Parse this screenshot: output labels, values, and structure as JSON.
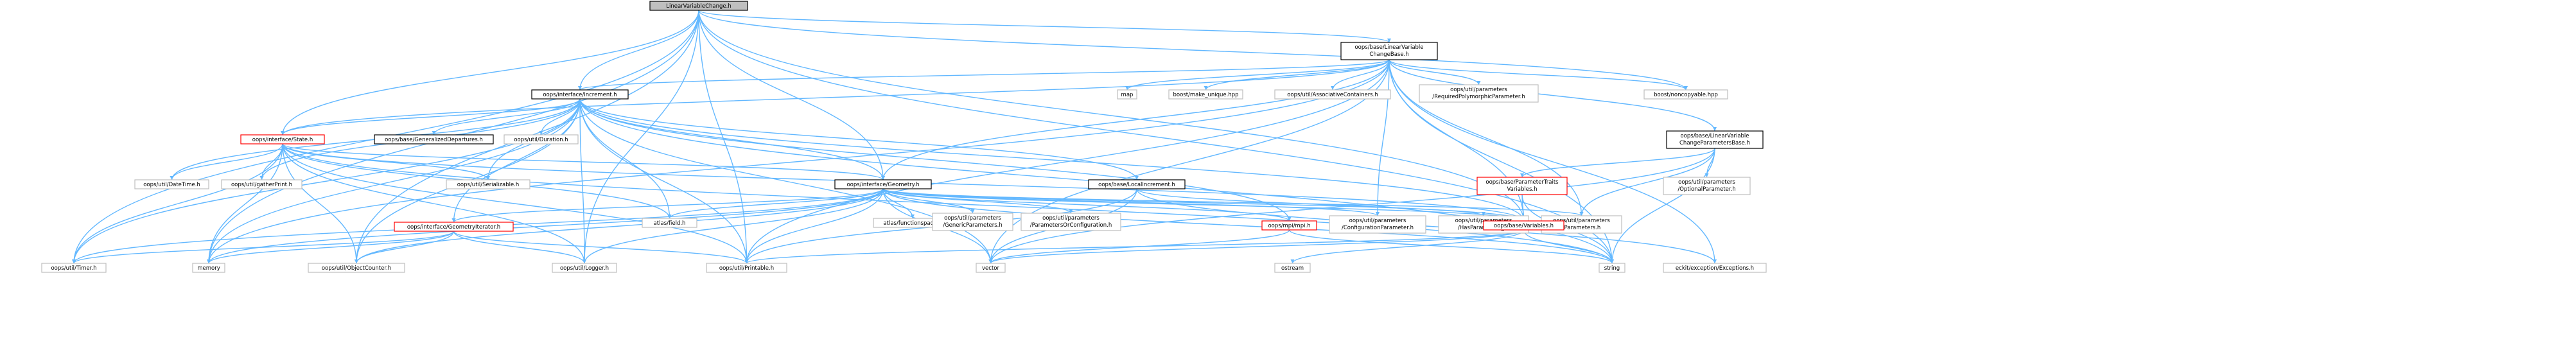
{
  "graph": {
    "colors": {
      "edge": "#63b8ff",
      "root_fill": "#bfbfbf",
      "default_border": "#000000",
      "missing_border": "#bfbfbf",
      "truncated_border": "#ff0000"
    },
    "nodes": [
      {
        "id": "root",
        "lines": [
          "LinearVariableChange.h"
        ],
        "style": "root"
      },
      {
        "id": "lvcb",
        "lines": [
          "oops/base/LinearVariable",
          "ChangeBase.h"
        ],
        "style": "default"
      },
      {
        "id": "increment",
        "lines": [
          "oops/interface/Increment.h"
        ],
        "style": "default"
      },
      {
        "id": "state",
        "lines": [
          "oops/interface/State.h"
        ],
        "style": "truncated"
      },
      {
        "id": "map",
        "lines": [
          "map"
        ],
        "style": "missing"
      },
      {
        "id": "make_unique",
        "lines": [
          "boost/make_unique.hpp"
        ],
        "style": "missing"
      },
      {
        "id": "assoc",
        "lines": [
          "oops/util/AssociativeContainers.h"
        ],
        "style": "missing"
      },
      {
        "id": "reqpoly",
        "lines": [
          "oops/util/parameters",
          "/RequiredPolymorphicParameter.h"
        ],
        "style": "missing"
      },
      {
        "id": "noncopyable",
        "lines": [
          "boost/noncopyable.hpp"
        ],
        "style": "missing"
      },
      {
        "id": "gendep",
        "lines": [
          "oops/base/GeneralizedDepartures.h"
        ],
        "style": "default"
      },
      {
        "id": "duration",
        "lines": [
          "oops/util/Duration.h"
        ],
        "style": "missing"
      },
      {
        "id": "lvcpb",
        "lines": [
          "oops/base/LinearVariable",
          "ChangeParametersBase.h"
        ],
        "style": "default"
      },
      {
        "id": "ptv",
        "lines": [
          "oops/base/ParameterTraits",
          "Variables.h"
        ],
        "style": "truncated"
      },
      {
        "id": "optparam",
        "lines": [
          "oops/util/parameters",
          "/OptionalParameter.h"
        ],
        "style": "missing"
      },
      {
        "id": "datetime",
        "lines": [
          "oops/util/DateTime.h"
        ],
        "style": "missing"
      },
      {
        "id": "gatherprint",
        "lines": [
          "oops/util/gatherPrint.h"
        ],
        "style": "missing"
      },
      {
        "id": "serializable",
        "lines": [
          "oops/util/Serializable.h"
        ],
        "style": "missing"
      },
      {
        "id": "geometry",
        "lines": [
          "oops/interface/Geometry.h"
        ],
        "style": "default"
      },
      {
        "id": "localinc",
        "lines": [
          "oops/base/LocalIncrement.h"
        ],
        "style": "default"
      },
      {
        "id": "atlasfield",
        "lines": [
          "atlas/field.h"
        ],
        "style": "missing"
      },
      {
        "id": "funcspace",
        "lines": [
          "atlas/functionspace.h"
        ],
        "style": "missing"
      },
      {
        "id": "genparams",
        "lines": [
          "oops/util/parameters",
          "/GenericParameters.h"
        ],
        "style": "missing"
      },
      {
        "id": "paramsorcfg",
        "lines": [
          "oops/util/parameters",
          "/ParametersOrConfiguration.h"
        ],
        "style": "missing"
      },
      {
        "id": "mpi",
        "lines": [
          "oops/mpi/mpi.h"
        ],
        "style": "truncated"
      },
      {
        "id": "cfgparam",
        "lines": [
          "oops/util/parameters",
          "/ConfigurationParameter.h"
        ],
        "style": "missing"
      },
      {
        "id": "hasparams",
        "lines": [
          "oops/util/parameters",
          "/HasParameters_.h"
        ],
        "style": "missing"
      },
      {
        "id": "params",
        "lines": [
          "oops/util/parameters",
          "/Parameters.h"
        ],
        "style": "missing"
      },
      {
        "id": "geoiter",
        "lines": [
          "oops/interface/GeometryIterator.h"
        ],
        "style": "truncated"
      },
      {
        "id": "variables",
        "lines": [
          "oops/base/Variables.h"
        ],
        "style": "truncated"
      },
      {
        "id": "timer",
        "lines": [
          "oops/util/Timer.h"
        ],
        "style": "missing"
      },
      {
        "id": "memory",
        "lines": [
          "memory"
        ],
        "style": "missing"
      },
      {
        "id": "objcounter",
        "lines": [
          "oops/util/ObjectCounter.h"
        ],
        "style": "missing"
      },
      {
        "id": "logger",
        "lines": [
          "oops/util/Logger.h"
        ],
        "style": "missing"
      },
      {
        "id": "printable",
        "lines": [
          "oops/util/Printable.h"
        ],
        "style": "missing"
      },
      {
        "id": "vector",
        "lines": [
          "vector"
        ],
        "style": "missing"
      },
      {
        "id": "ostream",
        "lines": [
          "ostream"
        ],
        "style": "missing"
      },
      {
        "id": "string",
        "lines": [
          "string"
        ],
        "style": "missing"
      },
      {
        "id": "eckit",
        "lines": [
          "eckit/exception/Exceptions.h"
        ],
        "style": "missing"
      }
    ],
    "edges": [
      [
        "root",
        "lvcb"
      ],
      [
        "root",
        "increment"
      ],
      [
        "root",
        "state"
      ],
      [
        "root",
        "geometry"
      ],
      [
        "root",
        "variables"
      ],
      [
        "root",
        "timer"
      ],
      [
        "root",
        "memory"
      ],
      [
        "root",
        "objcounter"
      ],
      [
        "root",
        "logger"
      ],
      [
        "root",
        "printable"
      ],
      [
        "root",
        "noncopyable"
      ],
      [
        "root",
        "string"
      ],
      [
        "lvcb",
        "increment"
      ],
      [
        "lvcb",
        "state"
      ],
      [
        "lvcb",
        "map"
      ],
      [
        "lvcb",
        "make_unique"
      ],
      [
        "lvcb",
        "assoc"
      ],
      [
        "lvcb",
        "reqpoly"
      ],
      [
        "lvcb",
        "noncopyable"
      ],
      [
        "lvcb",
        "lvcpb"
      ],
      [
        "lvcb",
        "geometry"
      ],
      [
        "lvcb",
        "variables"
      ],
      [
        "lvcb",
        "cfgparam"
      ],
      [
        "lvcb",
        "params"
      ],
      [
        "lvcb",
        "memory"
      ],
      [
        "lvcb",
        "printable"
      ],
      [
        "lvcb",
        "vector"
      ],
      [
        "lvcb",
        "string"
      ],
      [
        "lvcb",
        "eckit"
      ],
      [
        "increment",
        "state"
      ],
      [
        "increment",
        "gendep"
      ],
      [
        "increment",
        "duration"
      ],
      [
        "increment",
        "datetime"
      ],
      [
        "increment",
        "gatherprint"
      ],
      [
        "increment",
        "serializable"
      ],
      [
        "increment",
        "geometry"
      ],
      [
        "increment",
        "localinc"
      ],
      [
        "increment",
        "atlasfield"
      ],
      [
        "increment",
        "mpi"
      ],
      [
        "increment",
        "variables"
      ],
      [
        "increment",
        "geoiter"
      ],
      [
        "increment",
        "timer"
      ],
      [
        "increment",
        "memory"
      ],
      [
        "increment",
        "objcounter"
      ],
      [
        "increment",
        "logger"
      ],
      [
        "increment",
        "printable"
      ],
      [
        "increment",
        "vector"
      ],
      [
        "increment",
        "string"
      ],
      [
        "state",
        "datetime"
      ],
      [
        "state",
        "gatherprint"
      ],
      [
        "state",
        "serializable"
      ],
      [
        "state",
        "geometry"
      ],
      [
        "state",
        "atlasfield"
      ],
      [
        "state",
        "variables"
      ],
      [
        "state",
        "timer"
      ],
      [
        "state",
        "memory"
      ],
      [
        "state",
        "objcounter"
      ],
      [
        "state",
        "logger"
      ],
      [
        "state",
        "printable"
      ],
      [
        "state",
        "string"
      ],
      [
        "lvcpb",
        "ptv"
      ],
      [
        "lvcpb",
        "optparam"
      ],
      [
        "lvcpb",
        "params"
      ],
      [
        "lvcpb",
        "vector"
      ],
      [
        "lvcpb",
        "string"
      ],
      [
        "ptv",
        "variables"
      ],
      [
        "ptv",
        "string"
      ],
      [
        "geometry",
        "atlasfield"
      ],
      [
        "geometry",
        "funcspace"
      ],
      [
        "geometry",
        "genparams"
      ],
      [
        "geometry",
        "paramsorcfg"
      ],
      [
        "geometry",
        "mpi"
      ],
      [
        "geometry",
        "cfgparam"
      ],
      [
        "geometry",
        "hasparams"
      ],
      [
        "geometry",
        "params"
      ],
      [
        "geometry",
        "geoiter"
      ],
      [
        "geometry",
        "variables"
      ],
      [
        "geometry",
        "timer"
      ],
      [
        "geometry",
        "memory"
      ],
      [
        "geometry",
        "objcounter"
      ],
      [
        "geometry",
        "logger"
      ],
      [
        "geometry",
        "printable"
      ],
      [
        "geometry",
        "vector"
      ],
      [
        "geometry",
        "string"
      ],
      [
        "localinc",
        "variables"
      ],
      [
        "localinc",
        "printable"
      ],
      [
        "localinc",
        "vector"
      ],
      [
        "localinc",
        "eckit"
      ],
      [
        "mpi",
        "vector"
      ],
      [
        "mpi",
        "string"
      ],
      [
        "geoiter",
        "timer"
      ],
      [
        "geoiter",
        "memory"
      ],
      [
        "geoiter",
        "objcounter"
      ],
      [
        "geoiter",
        "logger"
      ],
      [
        "geoiter",
        "printable"
      ],
      [
        "variables",
        "ostream"
      ],
      [
        "variables",
        "string"
      ],
      [
        "variables",
        "vector"
      ],
      [
        "variables",
        "printable"
      ]
    ]
  }
}
